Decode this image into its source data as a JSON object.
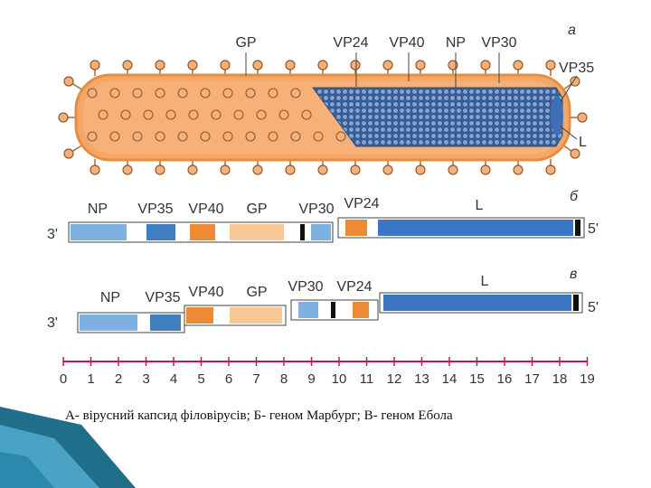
{
  "panels": {
    "a": "а",
    "b": "б",
    "c": "в"
  },
  "virion": {
    "labels_top": [
      "GP",
      "VP24",
      "VP40",
      "NP",
      "VP30"
    ],
    "labels_right": [
      "VP35",
      "L"
    ]
  },
  "marburg_genome": {
    "end_left": "3'",
    "end_right": "5'",
    "genes": [
      "NP",
      "VP35",
      "VP40",
      "GP",
      "VP30",
      "VP24",
      "L"
    ]
  },
  "ebola_genome": {
    "end_left": "3'",
    "end_right": "5'",
    "genes": [
      "NP",
      "VP35",
      "VP40",
      "GP",
      "VP30",
      "VP24",
      "L"
    ]
  },
  "scale": {
    "ticks": [
      "0",
      "1",
      "2",
      "3",
      "4",
      "5",
      "6",
      "7",
      "8",
      "9",
      "10",
      "11",
      "12",
      "13",
      "14",
      "15",
      "16",
      "17",
      "18",
      "19"
    ]
  },
  "caption": "А- вірусний капсид філовірусів; Б- геном Марбург; В- геном Ебола",
  "colors": {
    "envelope": "#f6a86a",
    "envelope_edge": "#e88c40",
    "nucleocapsid": "#5b86c0",
    "gene_light_blue": "#7fb1e0",
    "gene_mid_blue": "#3f7fc1",
    "gene_dark_blue": "#3a76c4",
    "gene_orange": "#ee8a34",
    "gene_peach": "#f8c996",
    "scale_line": "#c2185b"
  }
}
